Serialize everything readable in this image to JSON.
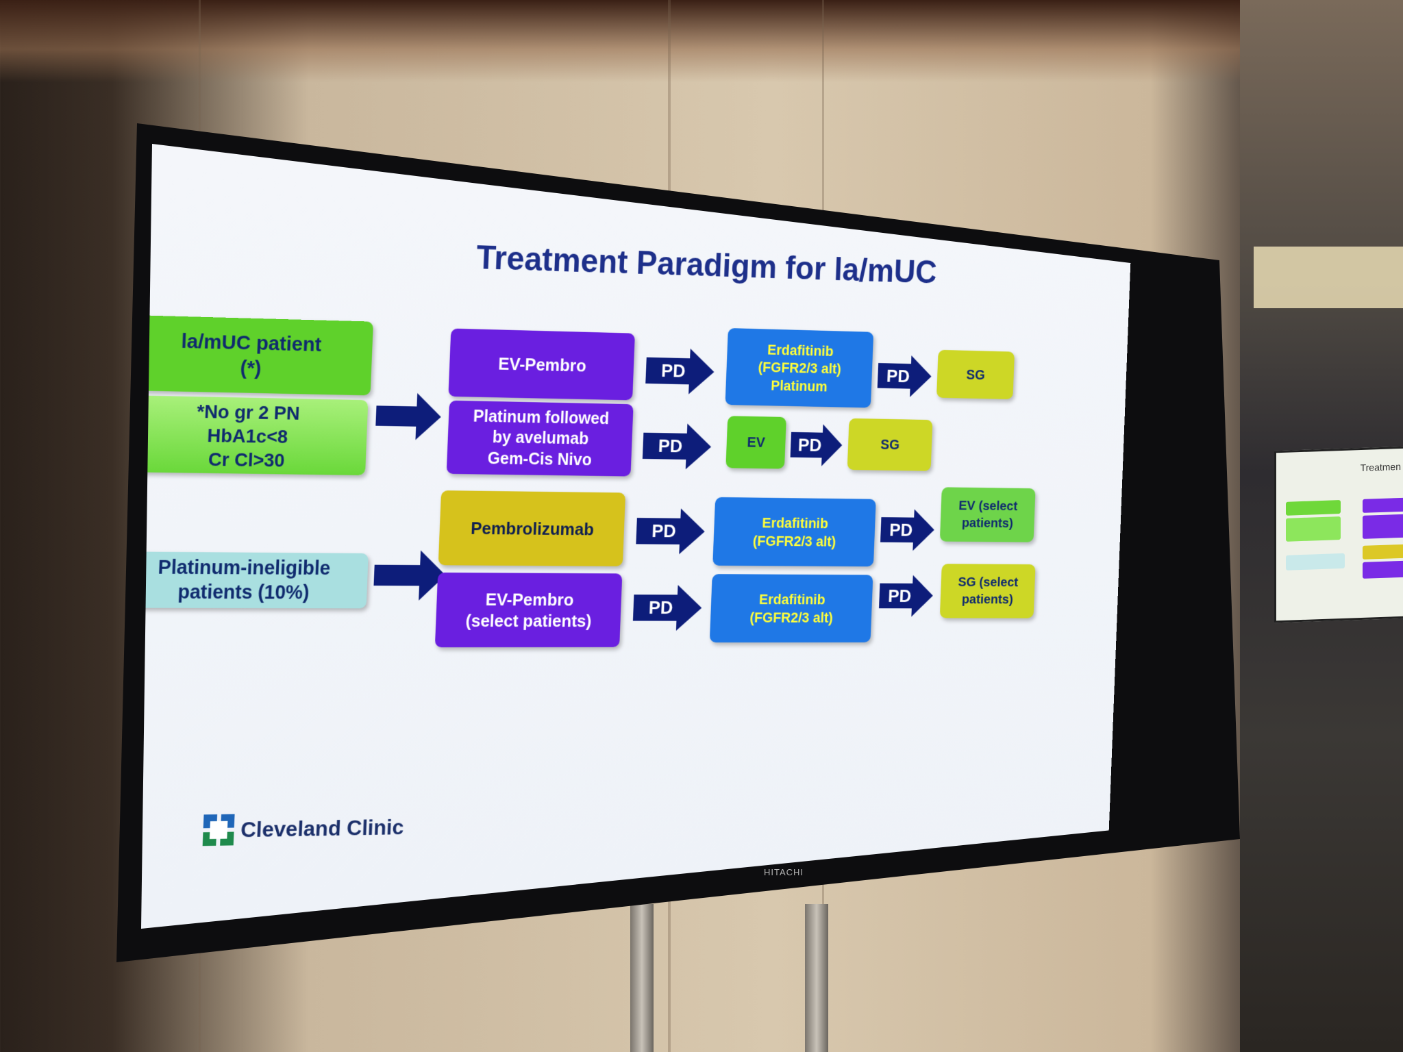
{
  "slide": {
    "title": "Treatment Paradigm for la/mUC",
    "logo_text": "Cleveland Clinic",
    "tv_brand": "HITACHI"
  },
  "boxes": {
    "patient": "la/mUC patient\n(*)",
    "criteria": "*No gr 2 PN\nHbA1c<8\nCr Cl>30",
    "ineligible": "Platinum-ineligible\npatients (10%)",
    "ev_pembro": "EV-Pembro",
    "platinum_avelumab": "Platinum followed\nby avelumab\nGem-Cis Nivo",
    "pembrolizumab": "Pembrolizumab",
    "ev_pembro_select": "EV-Pembro\n(select patients)",
    "erda_plat": "Erdafitinib\n(FGFR2/3 alt)\nPlatinum",
    "ev": "EV",
    "sg_1": "SG",
    "sg_2": "SG",
    "erda_1": "Erdafitinib\n(FGFR2/3 alt)",
    "erda_2": "Erdafitinib\n(FGFR2/3 alt)",
    "ev_select": "EV (select\npatients)",
    "sg_select": "SG (select\npatients)"
  },
  "arrows": {
    "pd": "PD"
  },
  "background_screen": {
    "title_fragment": "Treatmen"
  },
  "colors": {
    "green": "#5fd12b",
    "light_green": "#7ee44a",
    "teal": "#a9dfe0",
    "purple": "#6a1fe0",
    "blue": "#1f78e6",
    "yellow_green": "#cdd726",
    "gold": "#d6c21c",
    "navy_arrow": "#0d1d7a",
    "title": "#1d2f8a"
  }
}
